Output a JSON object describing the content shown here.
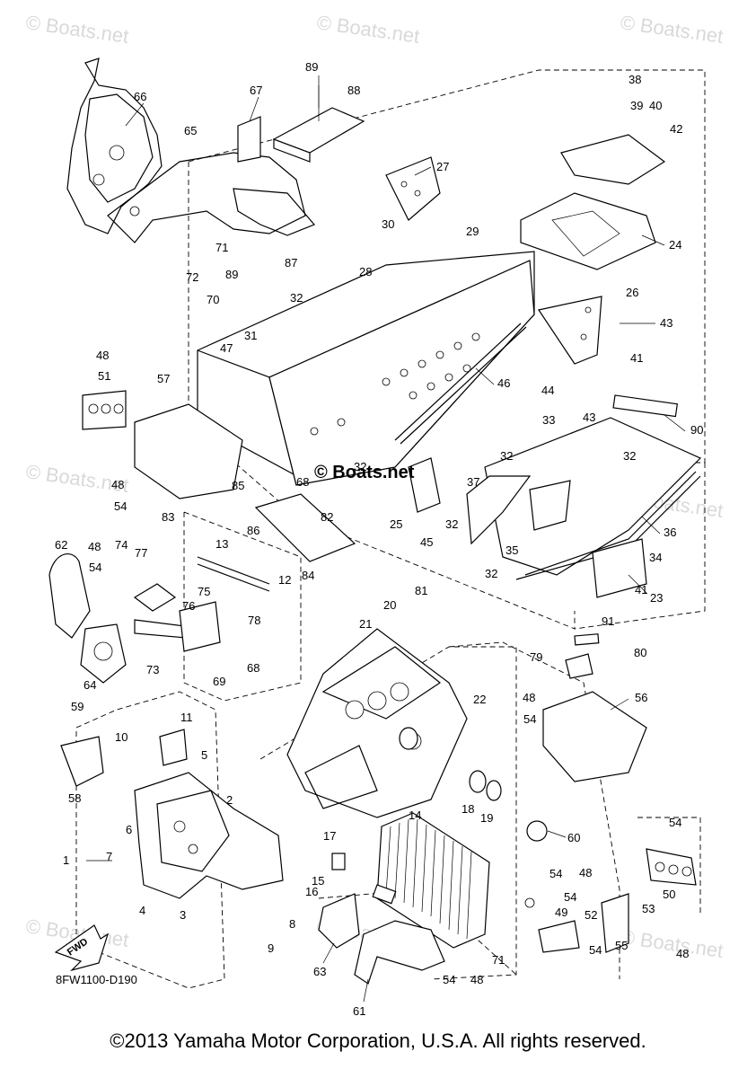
{
  "watermark": "© Boats.net",
  "center_watermark": "© Boats.net",
  "diagram_code": "8FW1100-D190",
  "fwd_label": "FWD",
  "copyright": "©2013 Yamaha Motor Corporation, U.S.A. All rights reserved.",
  "callouts": [
    "1",
    "2",
    "3",
    "4",
    "5",
    "6",
    "7",
    "8",
    "9",
    "10",
    "11",
    "12",
    "13",
    "14",
    "15",
    "16",
    "17",
    "18",
    "19",
    "20",
    "21",
    "22",
    "23",
    "24",
    "25",
    "26",
    "27",
    "28",
    "29",
    "30",
    "31",
    "32",
    "33",
    "34",
    "35",
    "36",
    "37",
    "38",
    "39",
    "40",
    "41",
    "42",
    "43",
    "44",
    "45",
    "46",
    "47",
    "48",
    "49",
    "50",
    "51",
    "52",
    "53",
    "54",
    "55",
    "56",
    "57",
    "58",
    "59",
    "60",
    "61",
    "62",
    "63",
    "64",
    "65",
    "66",
    "67",
    "68",
    "69",
    "70",
    "71",
    "72",
    "73",
    "74",
    "75",
    "76",
    "77",
    "78",
    "79",
    "80",
    "81",
    "82",
    "83",
    "84",
    "85",
    "86",
    "87",
    "88",
    "89",
    "90",
    "91"
  ]
}
